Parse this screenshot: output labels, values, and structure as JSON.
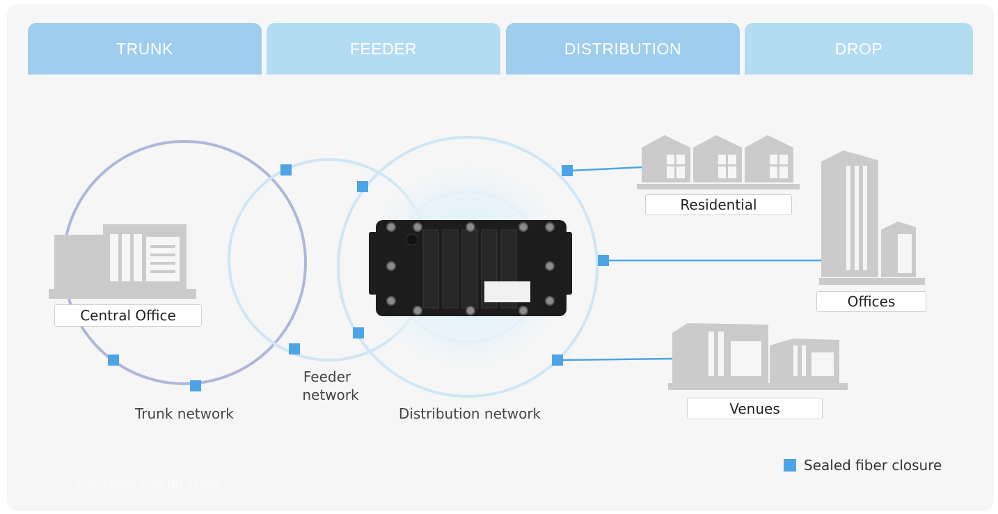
{
  "tabs": [
    {
      "label": "TRUNK",
      "color": "#9fcdee"
    },
    {
      "label": "FEEDER",
      "color": "#b3dcf3"
    },
    {
      "label": "DISTRIBUTION",
      "color": "#9fcdee"
    },
    {
      "label": "DROP",
      "color": "#b3dcf3"
    }
  ],
  "locations": {
    "central_office": "Central Office",
    "residential": "Residential",
    "offices": "Offices",
    "venues": "Venues"
  },
  "networks": {
    "trunk": "Trunk network",
    "feeder_line1": "Feeder",
    "feeder_line2": "network",
    "distribution": "Distribution network"
  },
  "legend": {
    "label": "Sealed fiber closure",
    "color": "#4ca4e6"
  },
  "watermark": "Stackable Flip-up Trays",
  "colors": {
    "trunk_ring": "#aeb6da",
    "feeder_ring": "#cfe6f6",
    "distribution_ring": "#cfe6f6",
    "drop_line": "#4ca4e6",
    "building": "#cbcbcb"
  }
}
